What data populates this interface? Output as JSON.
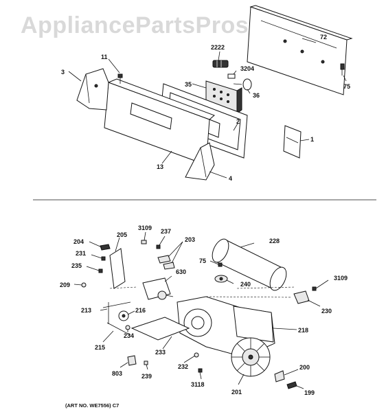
{
  "watermark": "AppliancePartsPros.com",
  "art_note": "(ART NO. WE7556)  C7",
  "callouts": {
    "c1": "1",
    "c2": "2",
    "c3": "3",
    "c4": "4",
    "c11": "11",
    "c13": "13",
    "c35": "35",
    "c36": "36",
    "c72": "72",
    "c75a": "75",
    "c2222": "2222",
    "c3204": "3204",
    "c75b": "75",
    "c199": "199",
    "c200": "200",
    "c201": "201",
    "c203": "203",
    "c204": "204",
    "c205": "205",
    "c209": "209",
    "c213": "213",
    "c215": "215",
    "c216": "216",
    "c218": "218",
    "c228": "228",
    "c230": "230",
    "c231": "231",
    "c232": "232",
    "c233": "233",
    "c234": "234",
    "c235": "235",
    "c237": "237",
    "c239": "239",
    "c240": "240",
    "c630": "630",
    "c803": "803",
    "c3109a": "3109",
    "c3109b": "3109",
    "c3118": "3118"
  }
}
